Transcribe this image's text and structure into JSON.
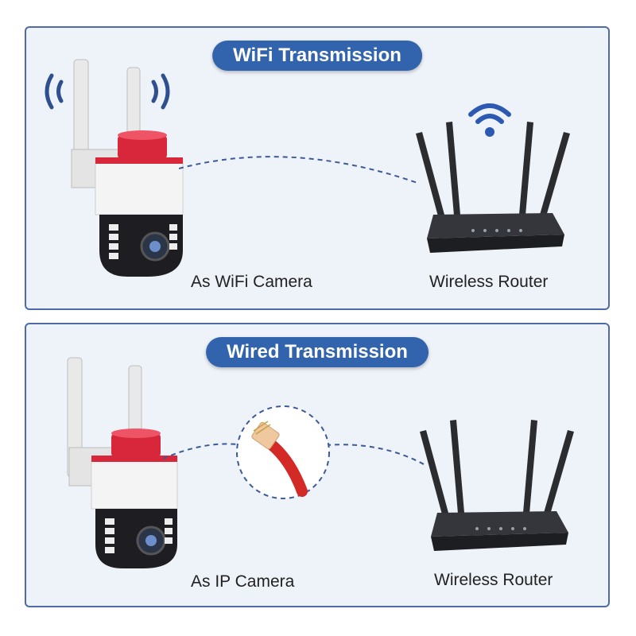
{
  "sections": [
    {
      "title": "WiFi Transmission",
      "camera_caption": "As WiFi Camera",
      "router_caption": "Wireless Router",
      "icons": [
        "camera-icon",
        "signal-waves-icon",
        "wifi-icon",
        "router-icon"
      ]
    },
    {
      "title": "Wired Transmission",
      "camera_caption": "As IP Camera",
      "router_caption": "Wireless Router",
      "icons": [
        "camera-icon",
        "ethernet-cable-icon",
        "router-icon"
      ]
    }
  ],
  "colors": {
    "accent": "#3264ad",
    "panel_border": "#4f6aa8",
    "panel_bg": "#eef2f9",
    "siren": "#d8263b",
    "cable": "#d32a26"
  }
}
